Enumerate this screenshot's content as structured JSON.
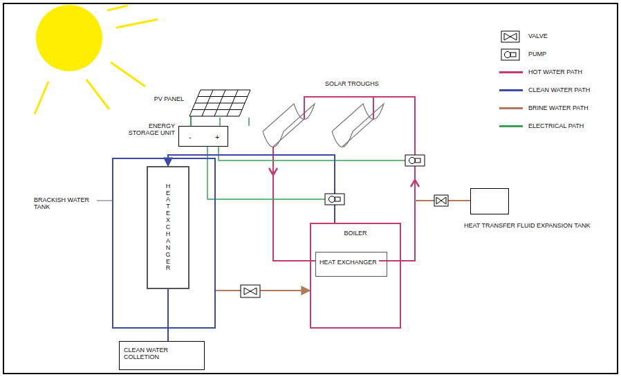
{
  "diagram": {
    "nodes": [
      {
        "text": [
          "PV PANEL"
        ]
      },
      {
        "text": [
          "ENERGY STORAGE UNIT",
          "-",
          "+"
        ]
      },
      {
        "text": [
          "BRACKISH WATER TANK"
        ]
      },
      {
        "text": [
          "HEAT EXCHANGER"
        ],
        "in": 2
      },
      {
        "text": [
          "BOILER"
        ]
      },
      {
        "text": [
          "HEAT EXCHANGER"
        ],
        "in": 4
      },
      {
        "text": [
          "HEAT TRANSFER FLUID EXPANSION TANK"
        ]
      },
      {
        "text": [
          "CLEAN WATER COLLETION"
        ]
      }
    ],
    "edges": [
      {
        "from": 3,
        "to": 7,
        "arrow": "none"
      },
      {
        "from": 2,
        "to": 4,
        "arrow": "to"
      },
      {
        "from": 4,
        "to": 3,
        "arrow": "to"
      },
      {
        "from": 0,
        "to": 1,
        "arrow": "none"
      }
    ],
    "labels": [
      "SOLAR TROUGHS"
    ],
    "legend": [
      {
        "text": "VALVE"
      },
      {
        "text": "PUMP"
      },
      {
        "text": "HOT WATER PATH",
        "color": "#c43a72"
      },
      {
        "text": "CLEAN WATER PATH",
        "color": "#3b4aa8"
      },
      {
        "text": "BRINE WATER PATH",
        "color": "#b07a5a"
      },
      {
        "text": "ELECTRICAL PATH",
        "color": "#3aa055"
      }
    ]
  }
}
